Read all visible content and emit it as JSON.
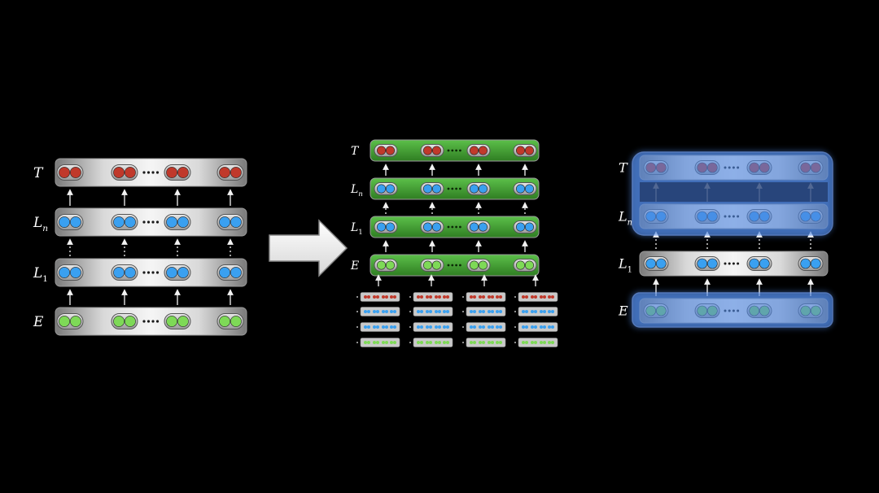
{
  "colors": {
    "background": "#000000",
    "token_red": "#c0392b",
    "token_blue": "#3aa0f0",
    "token_green": "#7ed957",
    "bar_gray": "#c8c8c8",
    "bar_green": "#3f9a2f",
    "highlight_blue": "#4f86e0",
    "arrow_white": "#f2f2f2"
  },
  "diagram_left": {
    "layers": [
      {
        "name": "T",
        "sub": "",
        "token": "red"
      },
      {
        "name": "L",
        "sub": "n",
        "token": "blue"
      },
      {
        "name": "L",
        "sub": "1",
        "token": "blue"
      },
      {
        "name": "E",
        "sub": "",
        "token": "green"
      }
    ],
    "ellipsis": "....",
    "bar_style": "gray"
  },
  "transform_arrow": {
    "icon": "right-arrow-icon"
  },
  "diagram_middle": {
    "layers": [
      {
        "name": "T",
        "sub": "",
        "token": "red"
      },
      {
        "name": "L",
        "sub": "n",
        "token": "blue"
      },
      {
        "name": "L",
        "sub": "1",
        "token": "blue"
      },
      {
        "name": "E",
        "sub": "",
        "token": "green"
      }
    ],
    "ellipsis": "....",
    "bar_style": "green",
    "mini_stacks": 4
  },
  "diagram_right": {
    "layers": [
      {
        "name": "T",
        "sub": "",
        "token": "red"
      },
      {
        "name": "L",
        "sub": "n",
        "token": "blue"
      },
      {
        "name": "L",
        "sub": "1",
        "token": "blue"
      },
      {
        "name": "E",
        "sub": "",
        "token": "green"
      }
    ],
    "ellipsis": "....",
    "bar_style": "gray",
    "highlighted_groups": [
      [
        "T",
        "Ln"
      ],
      [
        "E"
      ]
    ]
  }
}
